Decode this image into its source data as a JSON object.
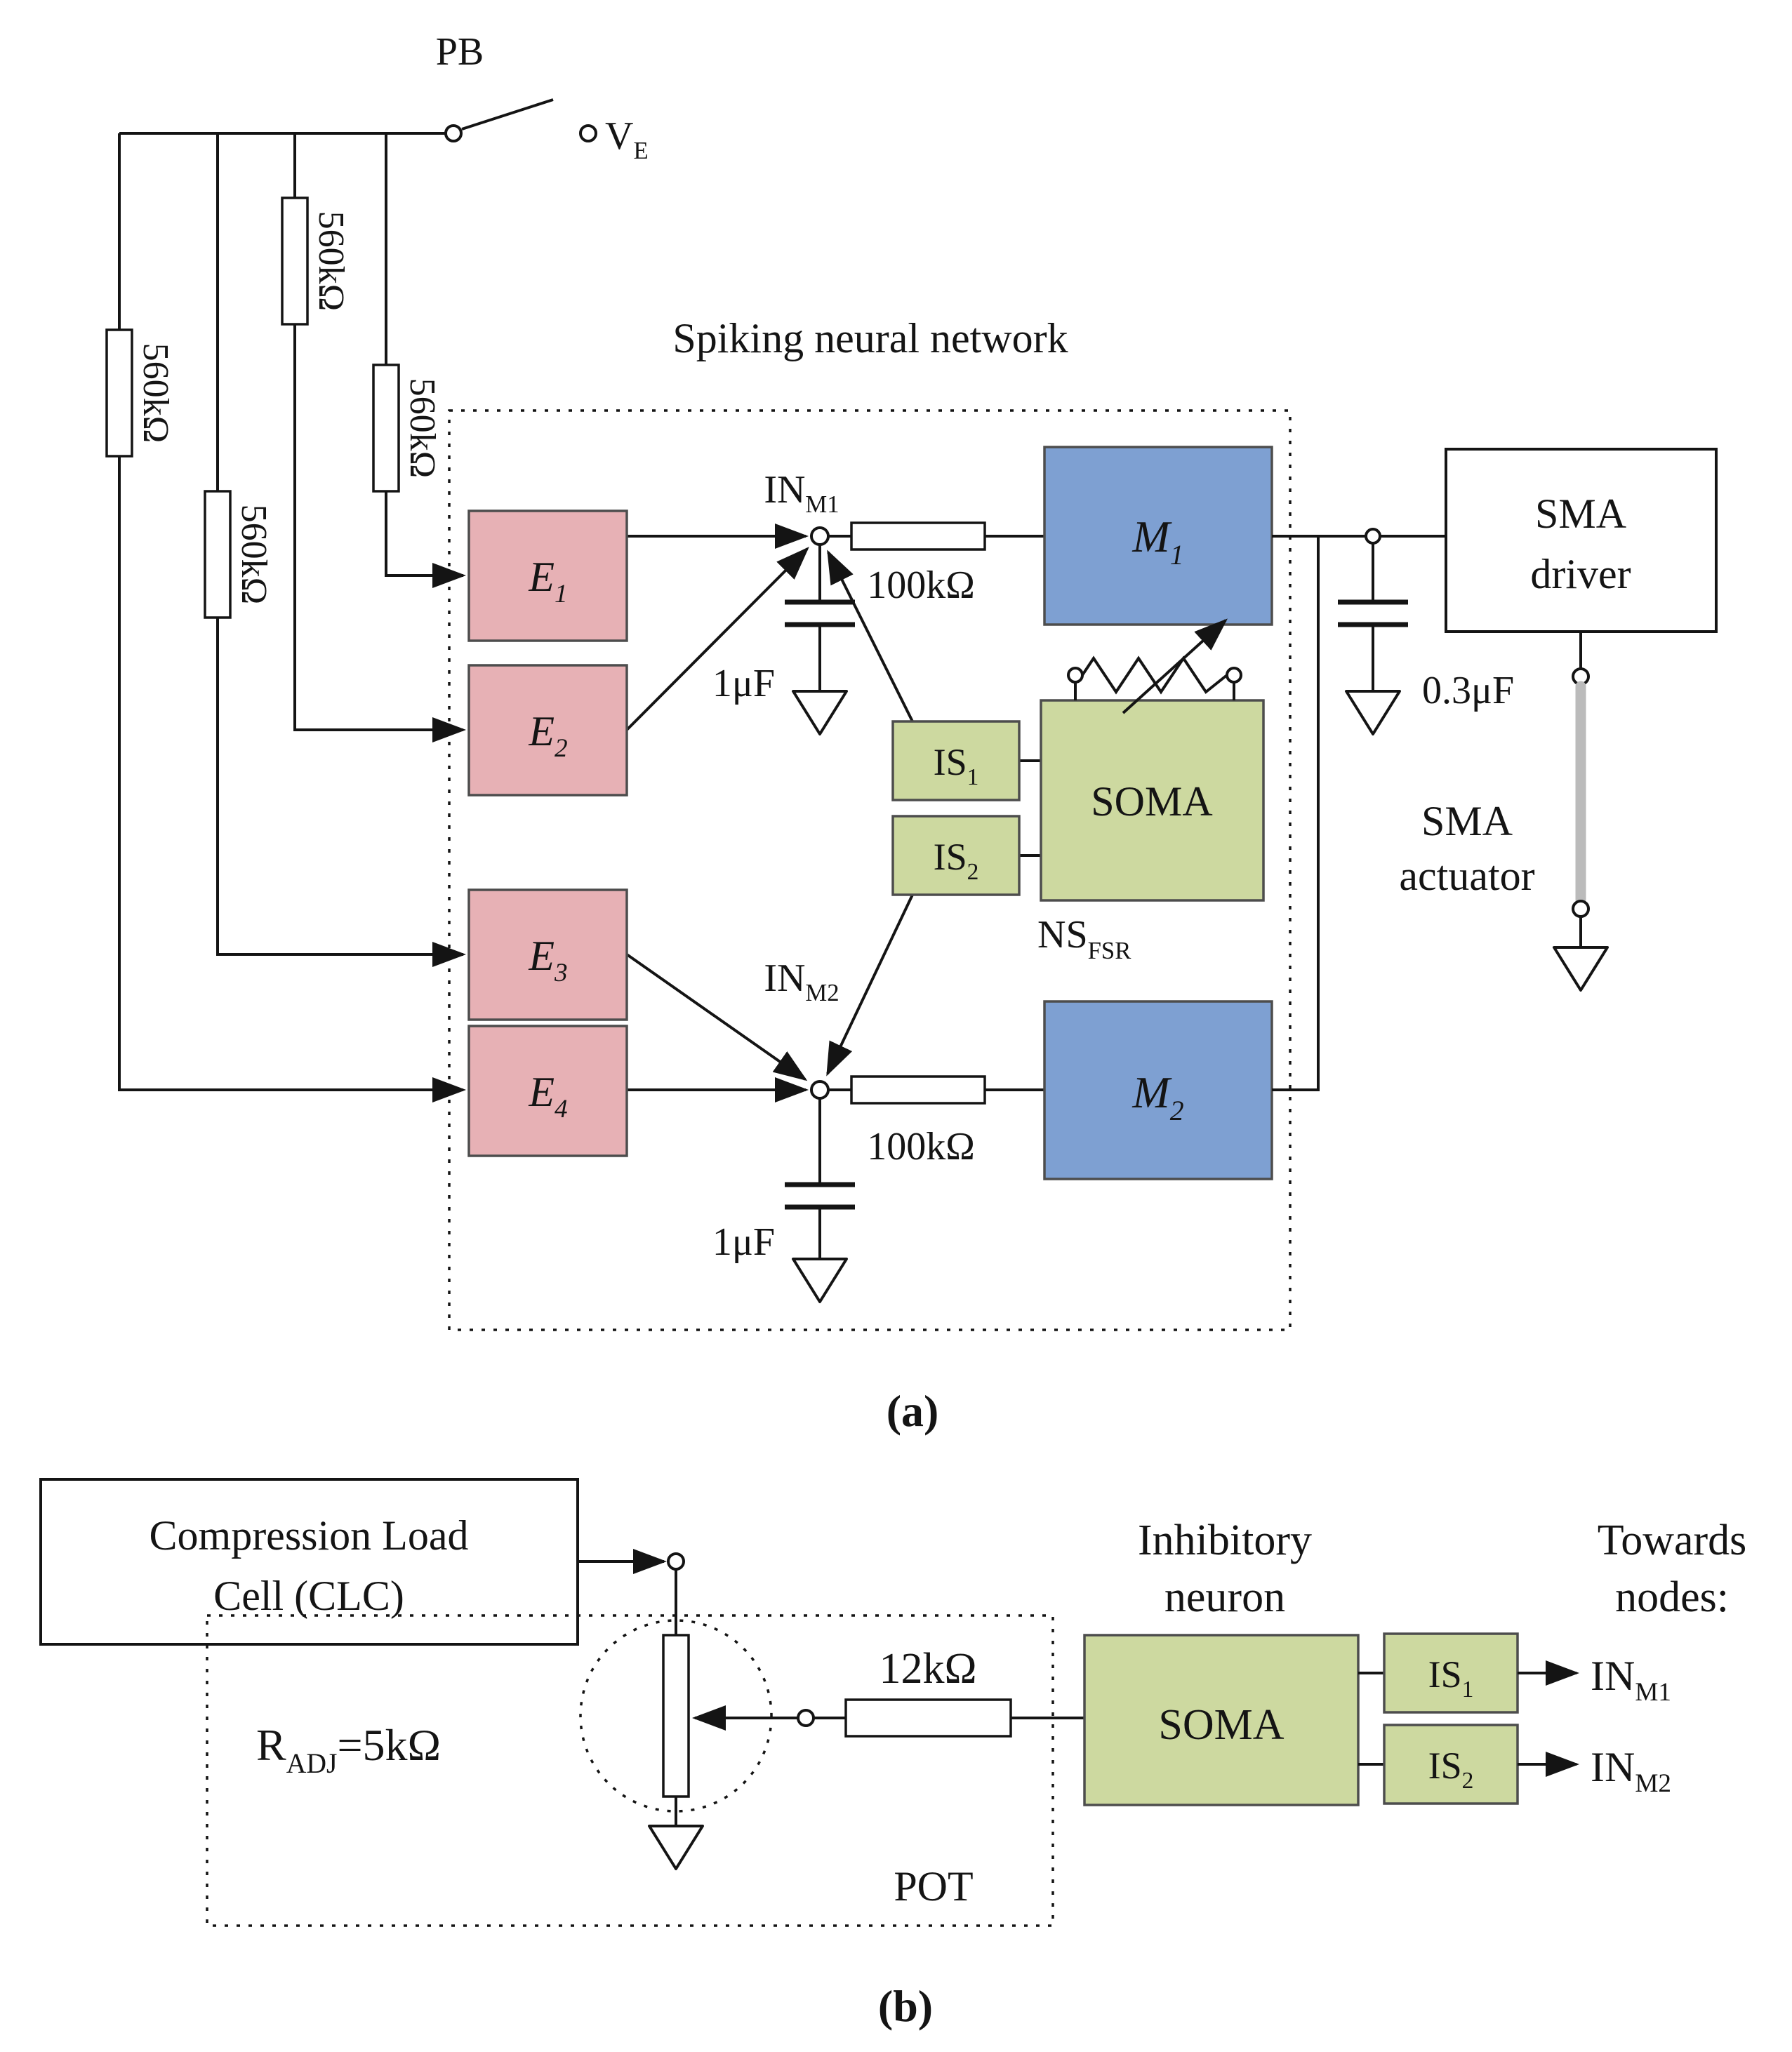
{
  "colors": {
    "excitatory": "#e7b1b5",
    "motor": "#7ea0d2",
    "inhibitory": "#cdd9a0",
    "actuator_wire": "#bbbbbb",
    "wire": "#141414",
    "background": "#ffffff"
  },
  "a": {
    "caption": "(a)",
    "network_title": "Spiking neural network",
    "pb": "PB",
    "ve": {
      "base": "V",
      "sub": "E"
    },
    "r560": "560kΩ",
    "r100k": "100kΩ",
    "c1uf": "1μF",
    "c03uf": "0.3μF",
    "in_m1": {
      "base": "IN",
      "sub": "M1"
    },
    "in_m2": {
      "base": "IN",
      "sub": "M2"
    },
    "e1": {
      "base": "E",
      "sub": "1"
    },
    "e2": {
      "base": "E",
      "sub": "2"
    },
    "e3": {
      "base": "E",
      "sub": "3"
    },
    "e4": {
      "base": "E",
      "sub": "4"
    },
    "m1": {
      "base": "M",
      "sub": "1"
    },
    "m2": {
      "base": "M",
      "sub": "2"
    },
    "is1": {
      "base": "IS",
      "sub": "1"
    },
    "is2": {
      "base": "IS",
      "sub": "2"
    },
    "soma": "SOMA",
    "ns_fsr": {
      "base": "NS",
      "sub": "FSR"
    },
    "sma_driver": {
      "line1": "SMA",
      "line2": "driver"
    },
    "sma_actuator": {
      "line1": "SMA",
      "line2": "actuator"
    }
  },
  "b": {
    "caption": "(b)",
    "clc": {
      "line1": "Compression Load",
      "line2": "Cell (CLC)"
    },
    "radj": {
      "base": "R",
      "sub": "ADJ",
      "suffix": "=5kΩ"
    },
    "r12k": "12kΩ",
    "pot": "POT",
    "soma": "SOMA",
    "inhibitory": {
      "line1": "Inhibitory",
      "line2": "neuron"
    },
    "towards": {
      "line1": "Towards",
      "line2": "nodes:"
    },
    "is1": {
      "base": "IS",
      "sub": "1"
    },
    "is2": {
      "base": "IS",
      "sub": "2"
    },
    "in_m1": {
      "base": "IN",
      "sub": "M1"
    },
    "in_m2": {
      "base": "IN",
      "sub": "M2"
    }
  }
}
